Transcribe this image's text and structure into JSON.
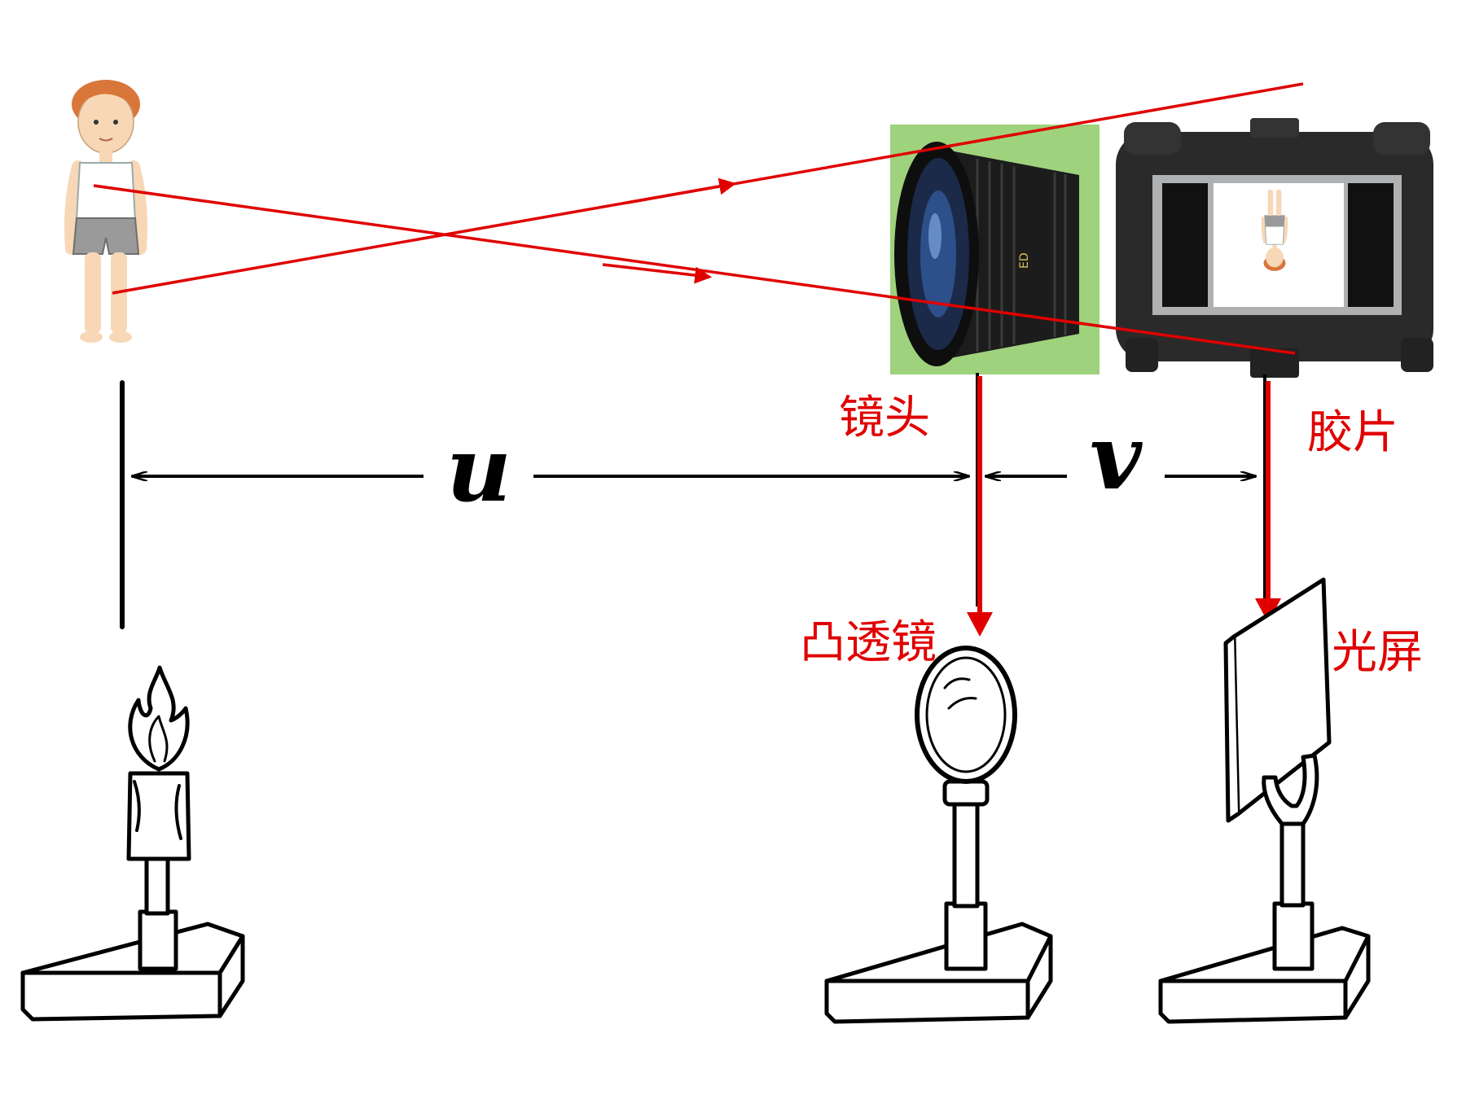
{
  "labels": {
    "lens": "镜头",
    "film": "胶片",
    "convex_lens": "凸透镜",
    "light_screen": "光屏",
    "object_distance": "u",
    "image_distance": "v"
  },
  "colors": {
    "ray": "#e00000",
    "label": "#e00000",
    "line": "#000000",
    "lens_bg": "#9fd27c",
    "camera_body": "#2a2a2a"
  },
  "icons": {
    "person": "person-figure-icon",
    "camera_lens": "camera-lens-icon",
    "camera_body": "camera-body-icon",
    "inverted_image": "inverted-person-icon",
    "candle": "candle-on-stand-icon",
    "magnifier_lens": "convex-lens-on-stand-icon",
    "screen": "light-screen-on-stand-icon"
  }
}
